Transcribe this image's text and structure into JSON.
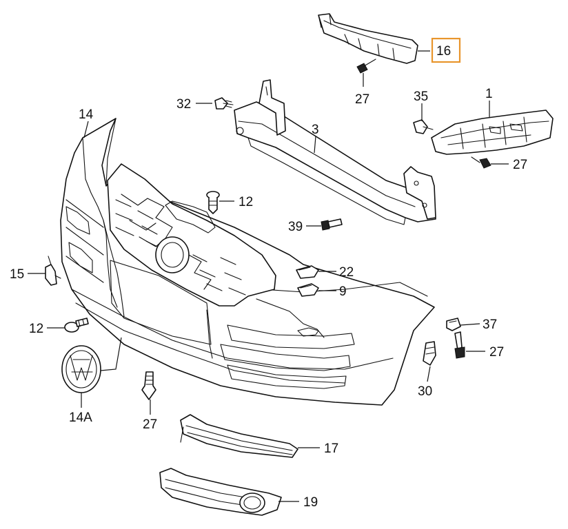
{
  "callouts": {
    "c16": "16",
    "c27a": "27",
    "c32": "32",
    "c35": "35",
    "c1": "1",
    "c14": "14",
    "c3": "3",
    "c27b": "27",
    "c12a": "12",
    "c39": "39",
    "c15": "15",
    "c22": "22",
    "c9": "9",
    "c12b": "12",
    "c37": "37",
    "c27c": "27",
    "c14A": "14A",
    "c30": "30",
    "c27d": "27",
    "c17": "17",
    "c19": "19"
  },
  "highlight": {
    "label": "16",
    "color": "#E8952B"
  }
}
